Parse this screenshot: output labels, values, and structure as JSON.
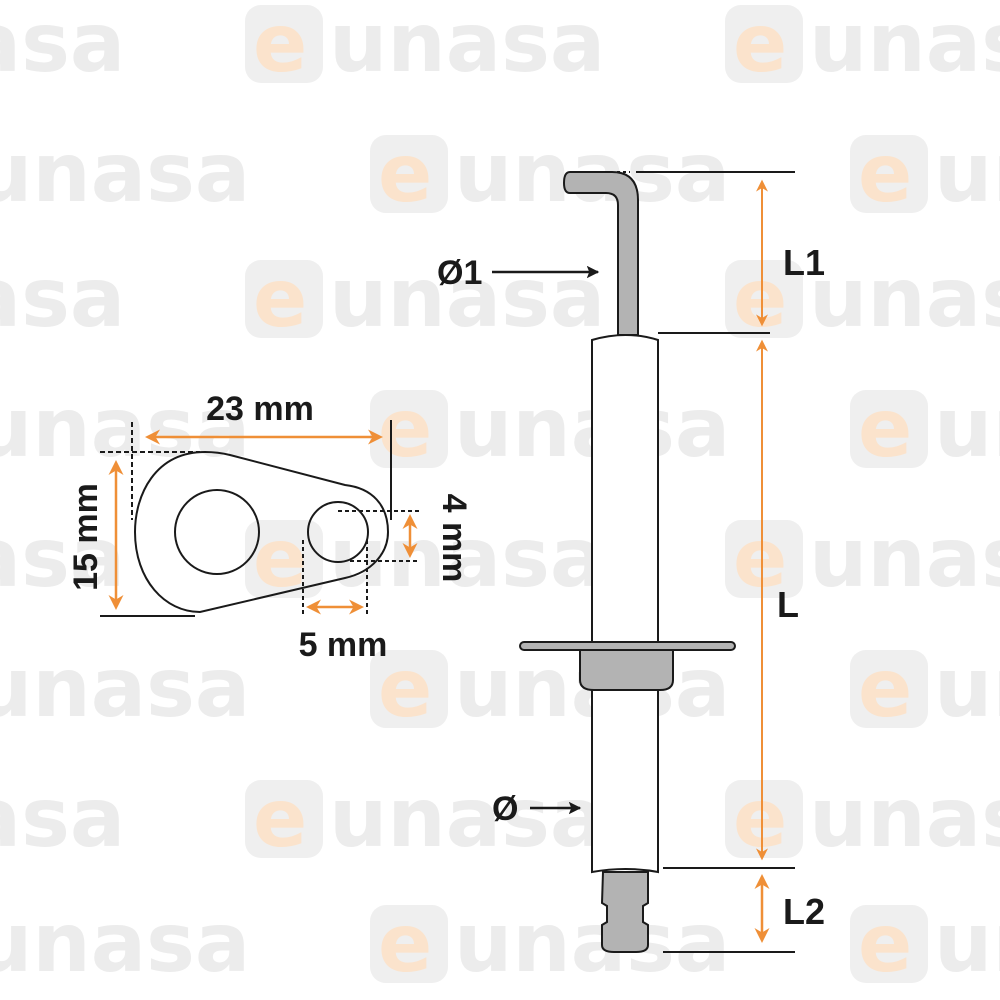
{
  "watermark": {
    "brand": "eunasa",
    "tail": "unasa"
  },
  "plate_dimensions": {
    "width": "23 mm",
    "height": "15 mm",
    "small_hole": "4 mm",
    "offset": "5 mm"
  },
  "electrode_labels": {
    "rod_diameter": "Ø1",
    "body_diameter": "Ø",
    "tip_length": "L1",
    "body_length": "L",
    "terminal_length": "L2"
  },
  "colors": {
    "accent": "#ef8f37",
    "part_gray": "#b3b3b3",
    "line": "#1a1a1a"
  }
}
